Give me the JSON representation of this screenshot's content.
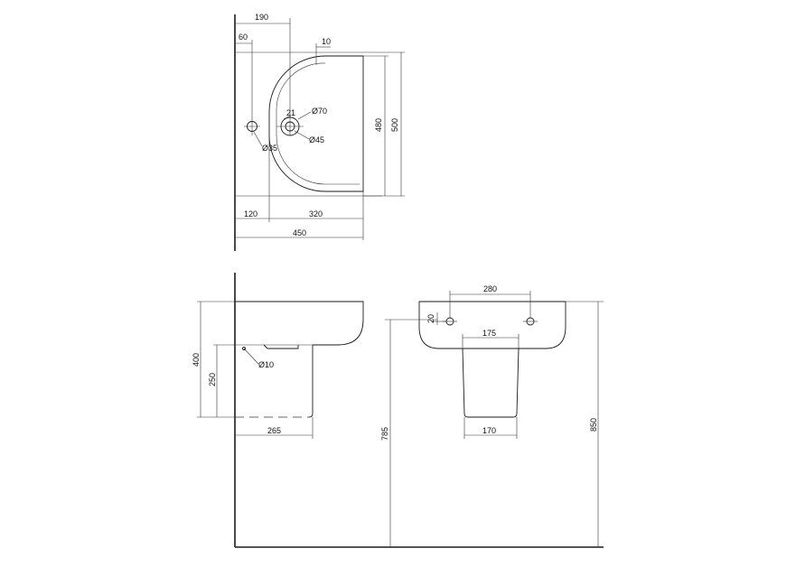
{
  "top_view": {
    "dim_tap_offset": "190",
    "dim_overflow_offset": "60",
    "dim_rim": "10",
    "dim_tap_hole_small": "21",
    "dim_tap_ring": "Ø70",
    "dim_tap_hole": "Ø45",
    "dim_overflow_hole": "Ø35",
    "dim_bowl_depth": "480",
    "dim_total_depth": "500",
    "dim_wall_offset": "120",
    "dim_bowl_width": "320",
    "dim_total_width": "450"
  },
  "side_view": {
    "dim_basin_height": "400",
    "dim_pedestal_height": "250",
    "dim_waste": "Ø10",
    "dim_pedestal_depth": "265",
    "dim_floor_to_rim_low": "785"
  },
  "front_view": {
    "dim_hole_spacing": "280",
    "dim_hole_offset": "20",
    "dim_pedestal_top": "175",
    "dim_pedestal_bottom": "170",
    "dim_floor_to_rim": "850"
  }
}
